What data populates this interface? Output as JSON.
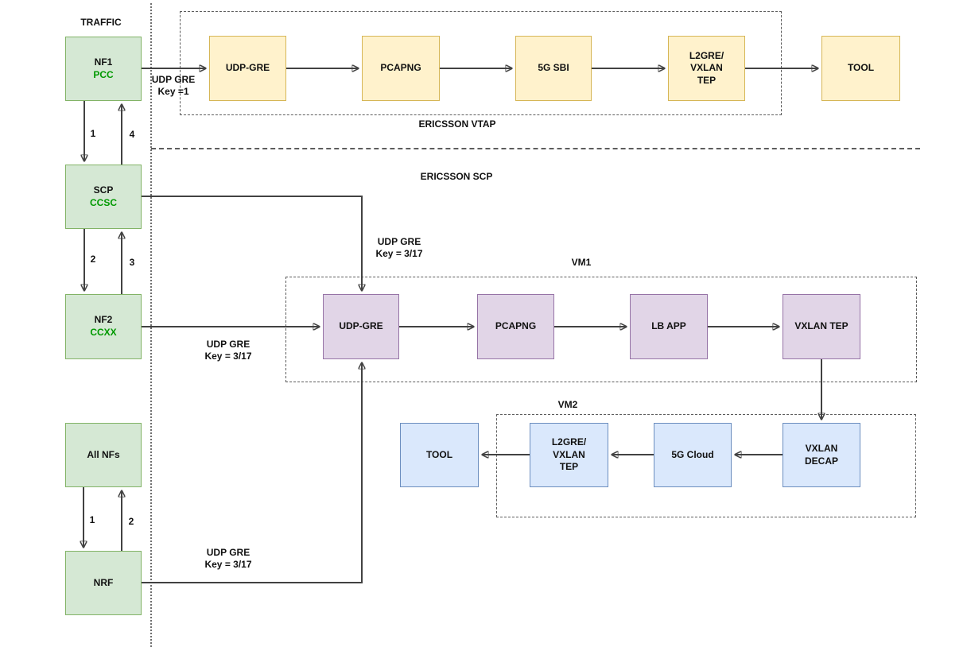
{
  "palette": {
    "green_fill": "#d5e8d4",
    "green_border": "#82b366",
    "yellow_fill": "#fff2cc",
    "yellow_border": "#d6b656",
    "purple_fill": "#e1d5e7",
    "purple_border": "#9673a6",
    "blue_fill": "#dae8fc",
    "blue_border": "#6c8ebf",
    "line": "#424242",
    "subtitle_text": "#009900",
    "dashed_region": "#5d5d5d"
  },
  "labels": {
    "traffic": "TRAFFIC",
    "vtap_region": "ERICSSON VTAP",
    "scp_region": "ERICSSON SCP",
    "vm1_region": "VM1",
    "vm2_region": "VM2"
  },
  "nodes": {
    "nf1": {
      "title": "NF1",
      "subtitle": "PCC"
    },
    "scp": {
      "title": "SCP",
      "subtitle": "CCSC"
    },
    "nf2": {
      "title": "NF2",
      "subtitle": "CCXX"
    },
    "all_nfs": {
      "title": "All NFs"
    },
    "nrf": {
      "title": "NRF"
    },
    "vtap_udp_gre": {
      "title": "UDP-GRE"
    },
    "vtap_pcapng": {
      "title": "PCAPNG"
    },
    "vtap_5g_sbi": {
      "title": "5G SBI"
    },
    "vtap_l2gre_vxlan_tep": {
      "title": "L2GRE/\nVXLAN\nTEP"
    },
    "vtap_tool": {
      "title": "TOOL"
    },
    "vm1_udp_gre": {
      "title": "UDP-GRE"
    },
    "vm1_pcapng": {
      "title": "PCAPNG"
    },
    "vm1_lb_app": {
      "title": "LB APP"
    },
    "vm1_vxlan_tep": {
      "title": "VXLAN TEP"
    },
    "vm2_tool": {
      "title": "TOOL"
    },
    "vm2_l2gre_vxlan_tep": {
      "title": "L2GRE/\nVXLAN\nTEP"
    },
    "vm2_5g_cloud": {
      "title": "5G Cloud"
    },
    "vm2_vxlan_decap": {
      "title": "VXLAN\nDECAP"
    }
  },
  "edge_labels": {
    "nf1_tap_key": "UDP GRE\nKey =1",
    "scp_tap_key": "UDP GRE\nKey = 3/17",
    "nf2_tap_key": "UDP GRE\nKey = 3/17",
    "nrf_tap_key": "UDP GRE\nKey = 3/17",
    "seq_nf1_scp_down": "1",
    "seq_nf1_scp_up": "4",
    "seq_scp_nf2_down": "2",
    "seq_scp_nf2_up": "3",
    "seq_allnfs_nrf_down": "1",
    "seq_allnfs_nrf_up": "2"
  }
}
